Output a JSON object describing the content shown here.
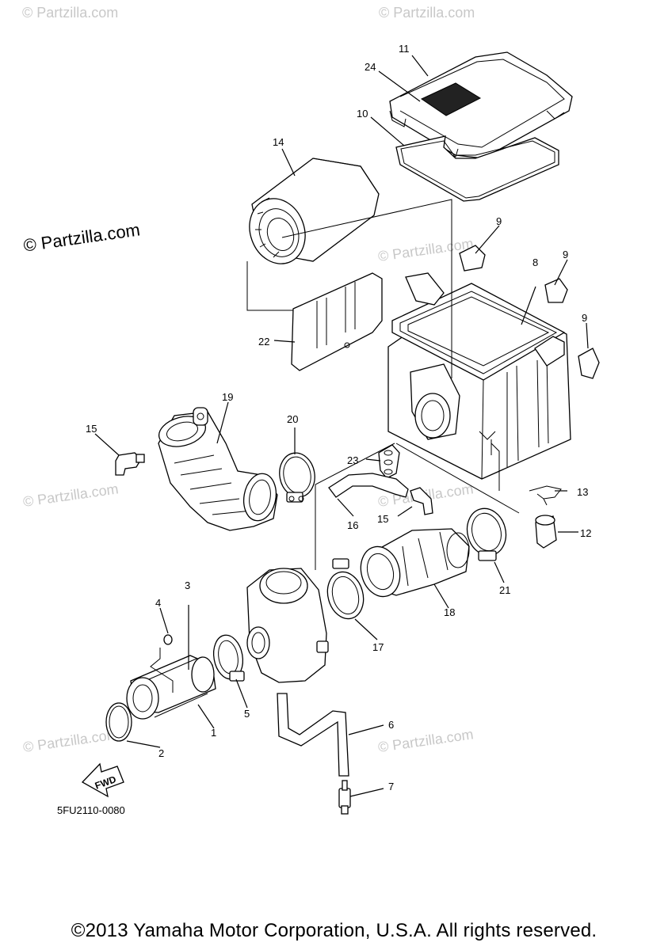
{
  "partzilla_mark": "© Partzilla.com",
  "watermarks": [
    "© Partzilla.com",
    "© Partzilla.com",
    "© Partzilla.com",
    "© Partzilla.com",
    "© Partzilla.com",
    "© Partzilla.com",
    "© Partzilla.com",
    "© Partzilla.com"
  ],
  "drawing_code": "5FU2110-0080",
  "fwd_label": "FWD",
  "copyright": "©2013 Yamaha Motor Corporation, U.S.A. All rights reserved.",
  "callouts": {
    "p1": "1",
    "p2": "2",
    "p3": "3",
    "p4": "4",
    "p5": "5",
    "p6": "6",
    "p7": "7",
    "p8": "8",
    "p9a": "9",
    "p9b": "9",
    "p9c": "9",
    "p10": "10",
    "p11": "11",
    "p12": "12",
    "p13": "13",
    "p14": "14",
    "p15a": "15",
    "p15b": "15",
    "p16": "16",
    "p17": "17",
    "p18": "18",
    "p19": "19",
    "p20": "20",
    "p21": "21",
    "p22": "22",
    "p23": "23",
    "p24": "24"
  }
}
